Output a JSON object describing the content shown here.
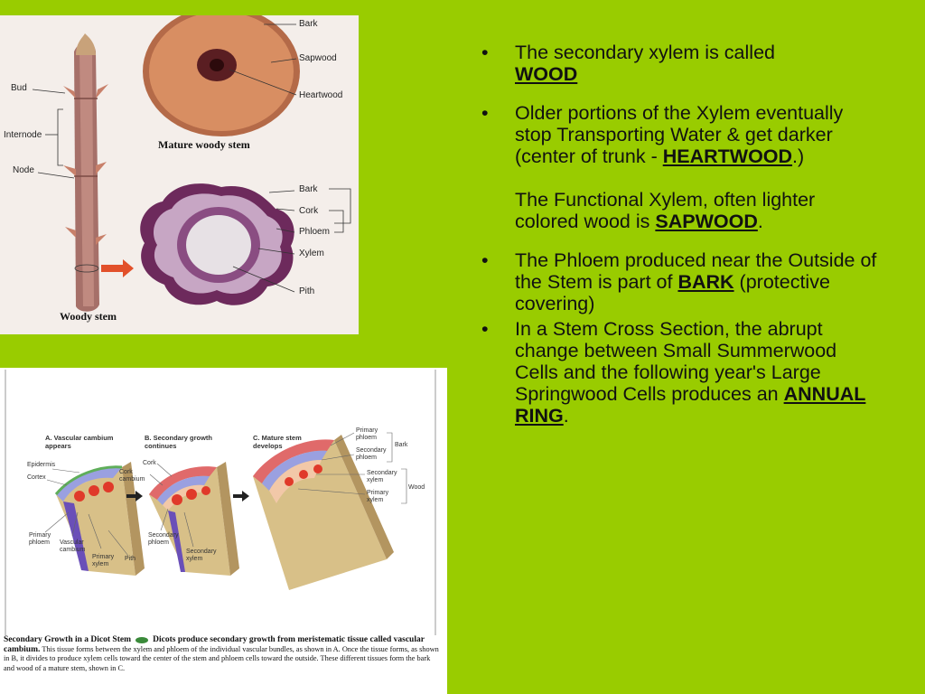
{
  "image1": {
    "labels": {
      "bark_top": "Bark",
      "sapwood": "Sapwood",
      "heartwood": "Heartwood",
      "mature_caption": "Mature woody stem",
      "bud": "Bud",
      "internode": "Internode",
      "node": "Node",
      "bark_bottom": "Bark",
      "cork": "Cork",
      "phloem": "Phloem",
      "xylem": "Xylem",
      "pith": "Pith",
      "woody_caption": "Woody stem"
    }
  },
  "image2": {
    "headers": {
      "a": "A. Vascular cambium appears",
      "b": "B. Secondary growth continues",
      "c": "C. Mature stem develops"
    },
    "labels": {
      "epidermis": "Epidermis",
      "cortex": "Cortex",
      "primary_phloem": "Primary phloem",
      "vascular_cambium": "Vascular cambium",
      "primary_xylem": "Primary xylem",
      "pith": "Pith",
      "cork": "Cork",
      "cork_cambium": "Cork cambium",
      "secondary_phloem": "Secondary phloem",
      "secondary_xylem": "Secondary xylem",
      "c_primary_phloem": "Primary phloem",
      "c_secondary_phloem": "Secondary phloem",
      "c_bark": "Bark",
      "c_secondary_xylem": "Secondary xylem",
      "c_primary_xylem": "Primary xylem",
      "c_wood": "Wood"
    },
    "caption_title": "Secondary Growth in a Dicot Stem",
    "caption_bold": "Dicots produce secondary growth from meristematic tissue called vascular cambium.",
    "caption_text": "This tissue forms between the xylem and phloem of the individual vascular bundles, as shown in A. Once the tissue forms, as shown in B, it divides to produce xylem cells toward the center of the stem and phloem cells toward the outside. These different tissues form the bark and wood of a mature stem, shown in C."
  },
  "bullets": {
    "b1_text": "The secondary xylem is called",
    "b1_term": "WOOD",
    "b2_text": "Older portions of the Xylem eventually stop Transporting Water & get darker (center of trunk -",
    "b2_term": "HEARTWOOD",
    "b2_end": ".)",
    "b2_sub_text": "The Functional Xylem, often lighter colored wood is",
    "b2_sub_term": "SAPWOOD",
    "b2_sub_end": ".",
    "b3_text": "The Phloem produced near the Outside of the Stem is part of",
    "b3_term": "BARK",
    "b3_end": "(protective covering)",
    "b4_text": "In a Stem Cross Section, the abrupt change between Small Summerwood Cells and the following year's Large Springwood Cells produces an",
    "b4_term": "ANNUAL RING",
    "b4_end": "."
  }
}
